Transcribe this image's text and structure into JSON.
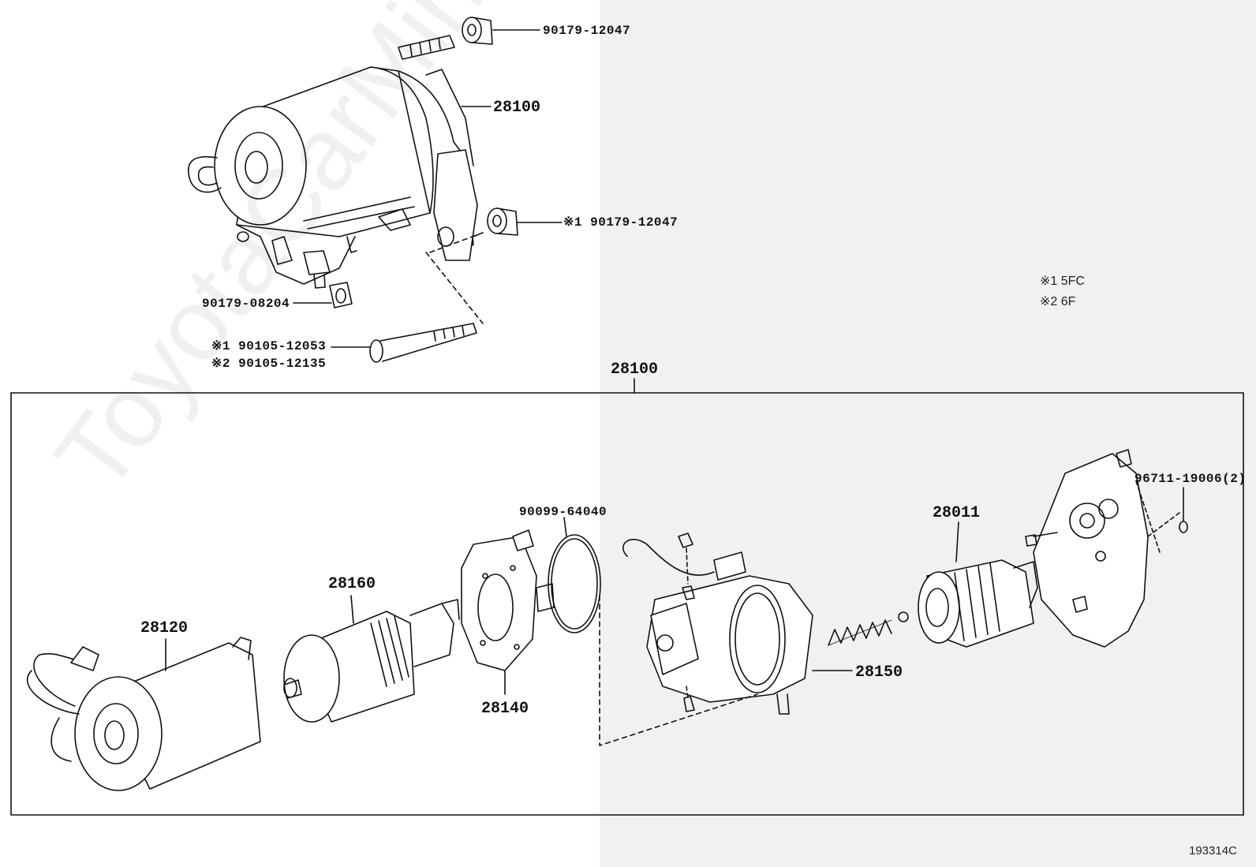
{
  "parts": {
    "top_washer": "90179-12047",
    "starter_assy_top": "28100",
    "washer_alt": "※1 90179-12047",
    "nut": "90179-08204",
    "bolt_1": "※1 90105-12053",
    "bolt_2": "※2 90105-12135",
    "starter_assy_group": "28100",
    "yoke": "28120",
    "armature": "28160",
    "brush_holder": "28140",
    "o_ring": "90099-64040",
    "switch_assy": "28150",
    "clutch": "28011",
    "o_ring_small": "96711-19006(2)"
  },
  "notes": {
    "n1": "※1  5FC",
    "n2": "※2  6F"
  },
  "diagram_code": "193314C",
  "watermark": "ToyotaCarMini.ru",
  "colors": {
    "line": "#111111",
    "shade": "#f1f1f1"
  }
}
